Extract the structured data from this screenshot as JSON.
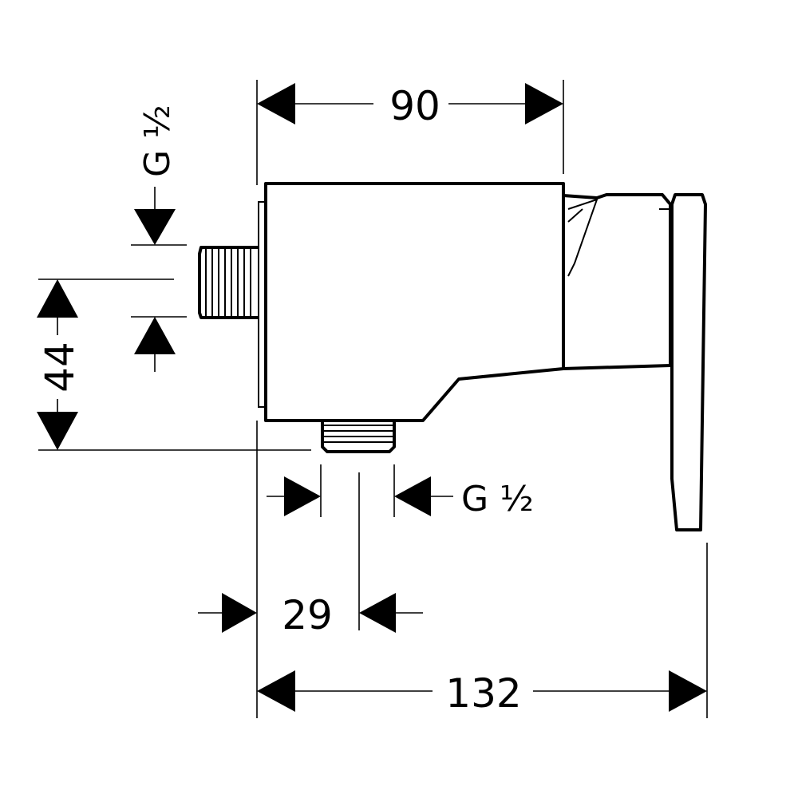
{
  "drawing": {
    "dimensions": {
      "top_width": "90",
      "height": "44",
      "offset": "29",
      "total_width": "132"
    },
    "threads": {
      "top_connection": "G ½",
      "bottom_connection": "G ½"
    },
    "colors": {
      "line": "#000000",
      "background": "#ffffff"
    }
  }
}
